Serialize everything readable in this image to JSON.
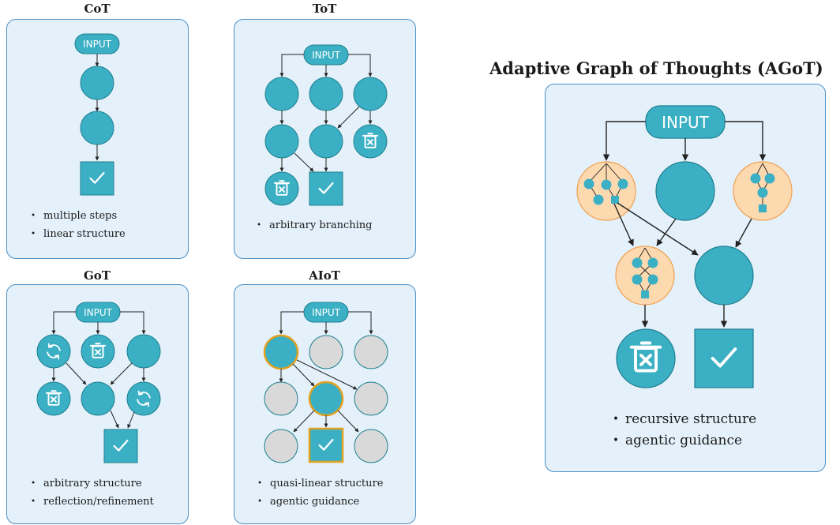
{
  "panels": {
    "cot": {
      "title": "CoT",
      "input_label": "INPUT",
      "bullets": [
        "multiple steps",
        "linear structure"
      ]
    },
    "tot": {
      "title": "ToT",
      "input_label": "INPUT",
      "bullets": [
        "arbitrary branching"
      ]
    },
    "got": {
      "title": "GoT",
      "input_label": "INPUT",
      "bullets": [
        "arbitrary structure",
        "reflection/refinement"
      ]
    },
    "aiot": {
      "title": "AIoT",
      "input_label": "INPUT",
      "bullets": [
        "quasi-linear structure",
        "agentic guidance"
      ]
    },
    "agot": {
      "title": "Adaptive Graph of Thoughts (AGoT)",
      "input_label": "INPUT",
      "bullets": [
        "recursive structure",
        "agentic guidance"
      ]
    }
  },
  "icons": [
    "check-icon",
    "trash-icon",
    "refresh-icon"
  ],
  "colors": {
    "node": "#3bb0c4",
    "node_stroke": "#1f7f90",
    "panel_bg": "#e4f1fa",
    "panel_border": "#4a90c8",
    "inactive": "#d9d9d9",
    "highlight": "#e0a020",
    "subgraph_fill": "#fdd9b0",
    "subgraph_stroke": "#f0a050"
  }
}
